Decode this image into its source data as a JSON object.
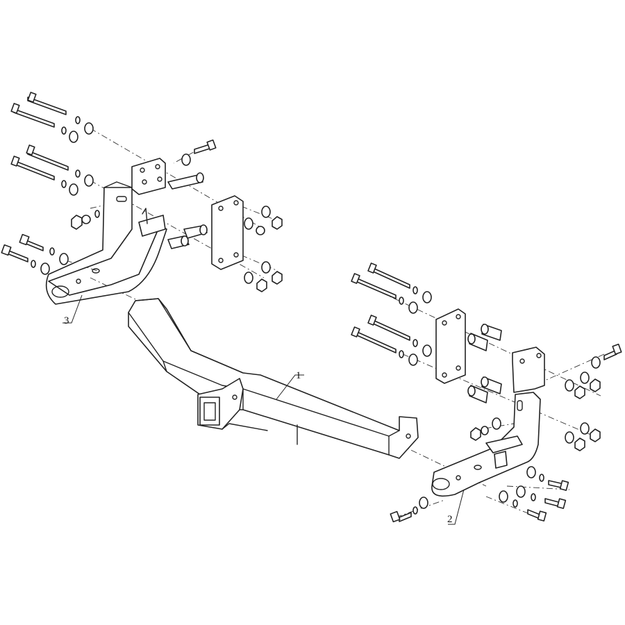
{
  "callouts": [
    {
      "id": "main-beam",
      "label": "1"
    },
    {
      "id": "right-bracket",
      "label": "2"
    },
    {
      "id": "left-bracket",
      "label": "3"
    }
  ]
}
